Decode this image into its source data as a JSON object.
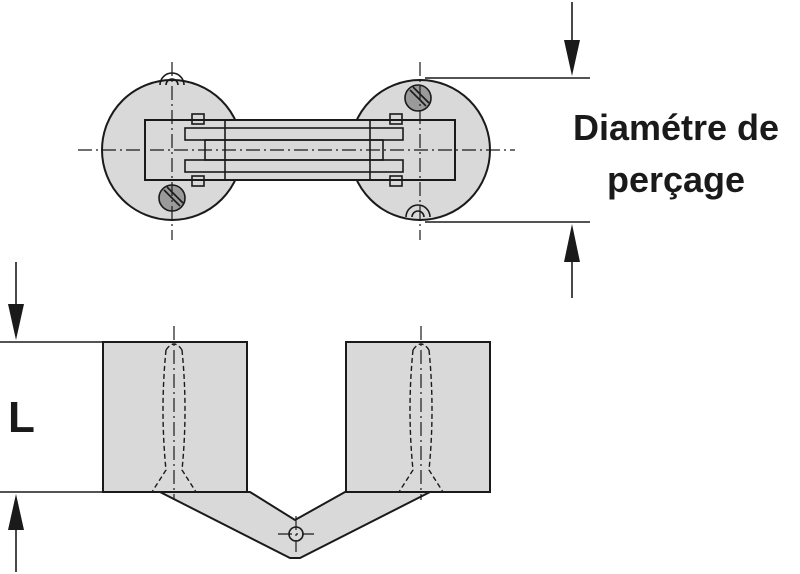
{
  "labels": {
    "diameter_line1": "Diamétre de",
    "diameter_line2": "perçage",
    "length": "L"
  }
}
